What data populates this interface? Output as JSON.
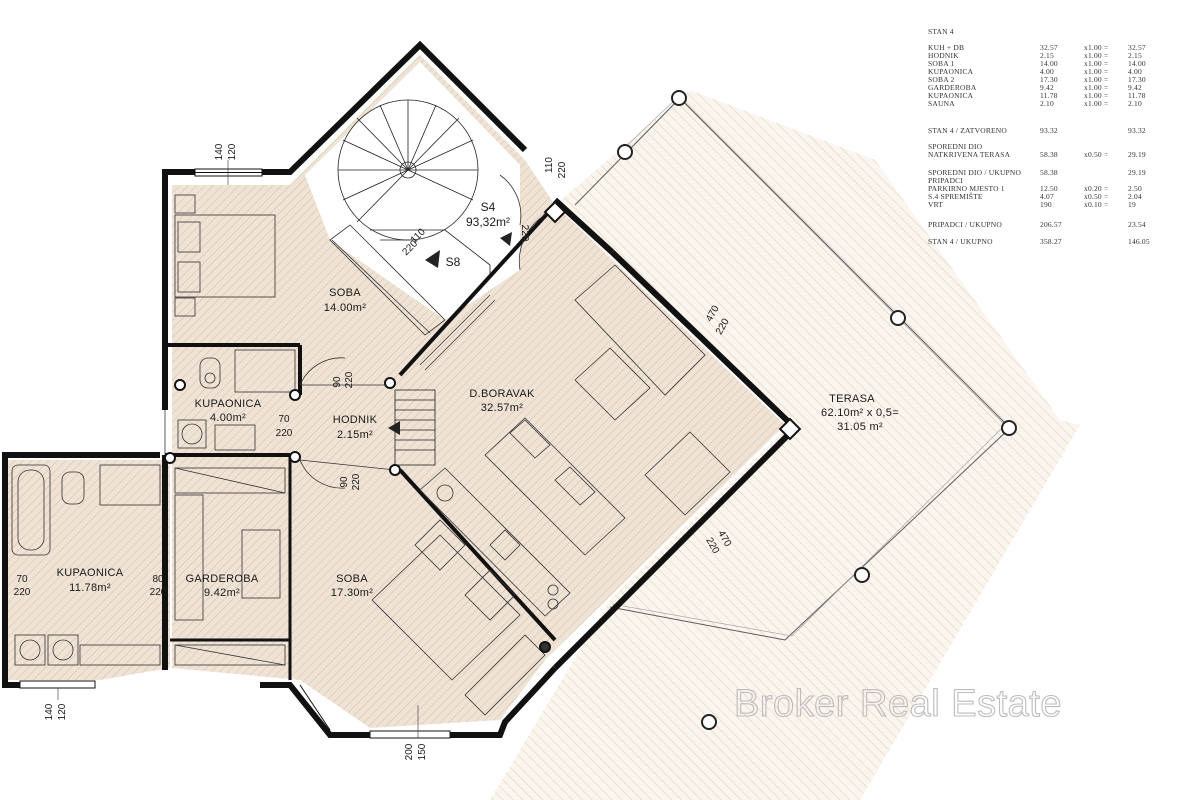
{
  "stan_title": "STAN 4",
  "area_table": {
    "rows": [
      {
        "name": "KUH + DB",
        "area": "32.57",
        "factor": "x1.00 =",
        "result": "32.57"
      },
      {
        "name": "HODNIK",
        "area": "2.15",
        "factor": "x1.00 =",
        "result": "2.15"
      },
      {
        "name": "SOBA 1",
        "area": "14.00",
        "factor": "x1.00 =",
        "result": "14.00"
      },
      {
        "name": "KUPAONICA",
        "area": "4.00",
        "factor": "x1.00 =",
        "result": "4.00"
      },
      {
        "name": "SOBA 2",
        "area": "17.30",
        "factor": "x1.00 =",
        "result": "17.30"
      },
      {
        "name": "GARDEROBA",
        "area": "9.42",
        "factor": "x1.00 =",
        "result": "9.42"
      },
      {
        "name": "KUPAONICA",
        "area": "11.78",
        "factor": "x1.00 =",
        "result": "11.78"
      },
      {
        "name": "SAUNA",
        "area": "2.10",
        "factor": "x1.00 =",
        "result": "2.10"
      }
    ],
    "zatvoreno": {
      "name": "STAN 4 / ZATVORENO",
      "area": "93.32",
      "result": "93.32"
    },
    "sporedni_lines": [
      "SPOREDNI DIO",
      "NATKRIVENA TERASA"
    ],
    "sporedni_values": {
      "area": "58.38",
      "factor": "x0.50 =",
      "result": "29.19"
    },
    "sporedni_ukupno_lines": [
      "SPOREDNI DIO / UKUPNO",
      "PRIPADCI"
    ],
    "sporedni_ukupno_values": {
      "area": "58.38",
      "result": "29.19"
    },
    "pripadci": [
      {
        "name": "PARKIRNO MJESTO 1",
        "area": "12.50",
        "factor": "x0.20 =",
        "result": "2.50"
      },
      {
        "name": "S.4 SPREMIŠTE",
        "area": "4.07",
        "factor": "x0.50 =",
        "result": "2.04"
      },
      {
        "name": "VRT",
        "area": "190",
        "factor": "x0.10 =",
        "result": "19"
      }
    ],
    "pripadci_ukupno": {
      "name": "PRIPADCI / UKUPNO",
      "area": "206.57",
      "result": "23.54"
    },
    "stan_ukupno": {
      "name": "STAN 4 / UKUPNO",
      "area": "358.27",
      "result": "146.05"
    }
  },
  "rooms": {
    "soba1": {
      "name": "SOBA",
      "area": "14.00m²"
    },
    "kupaonica1": {
      "name": "KUPAONICA",
      "area": "4.00m²"
    },
    "hodnik": {
      "name": "HODNIK",
      "area": "2.15m²"
    },
    "boravak": {
      "name": "D.BORAVAK",
      "area": "32.57m²"
    },
    "terasa": {
      "name": "TERASA",
      "area_line1": "62.10m² x 0,5=",
      "area_line2": "31.05 m²"
    },
    "kupaonica2": {
      "name": "KUPAONICA",
      "area": "11.78m²"
    },
    "garderoba": {
      "name": "GARDEROBA",
      "area": "9.42m²"
    },
    "soba2": {
      "name": "SOBA",
      "area": "17.30m²"
    },
    "stair": {
      "name": "S4",
      "area": "93,32m²"
    },
    "stair_label": "S8"
  },
  "dimensions": {
    "win_top_a": "140",
    "win_top_b": "120",
    "win_bot_a": "140",
    "win_bot_b": "120",
    "win_soba2_a": "200",
    "win_soba2_b": "150",
    "door_stair_a": "110",
    "door_stair_b": "220",
    "door_stair2_a": "110",
    "door_stair2_b": "220",
    "door_stair3": "220",
    "door_boravak_a": "470",
    "door_boravak_b": "220",
    "door_boravak2_a": "470",
    "door_boravak2_b": "220",
    "door_soba1_a": "90",
    "door_soba1_b": "220",
    "door_soba2_a": "90",
    "door_soba2_b": "220",
    "door_kup1_a": "70",
    "door_kup1_b": "220",
    "door_kup2_a": "70",
    "door_kup2_b": "220",
    "door_gard_a": "80",
    "door_gard_b": "220"
  },
  "watermark": "Broker Real Estate"
}
